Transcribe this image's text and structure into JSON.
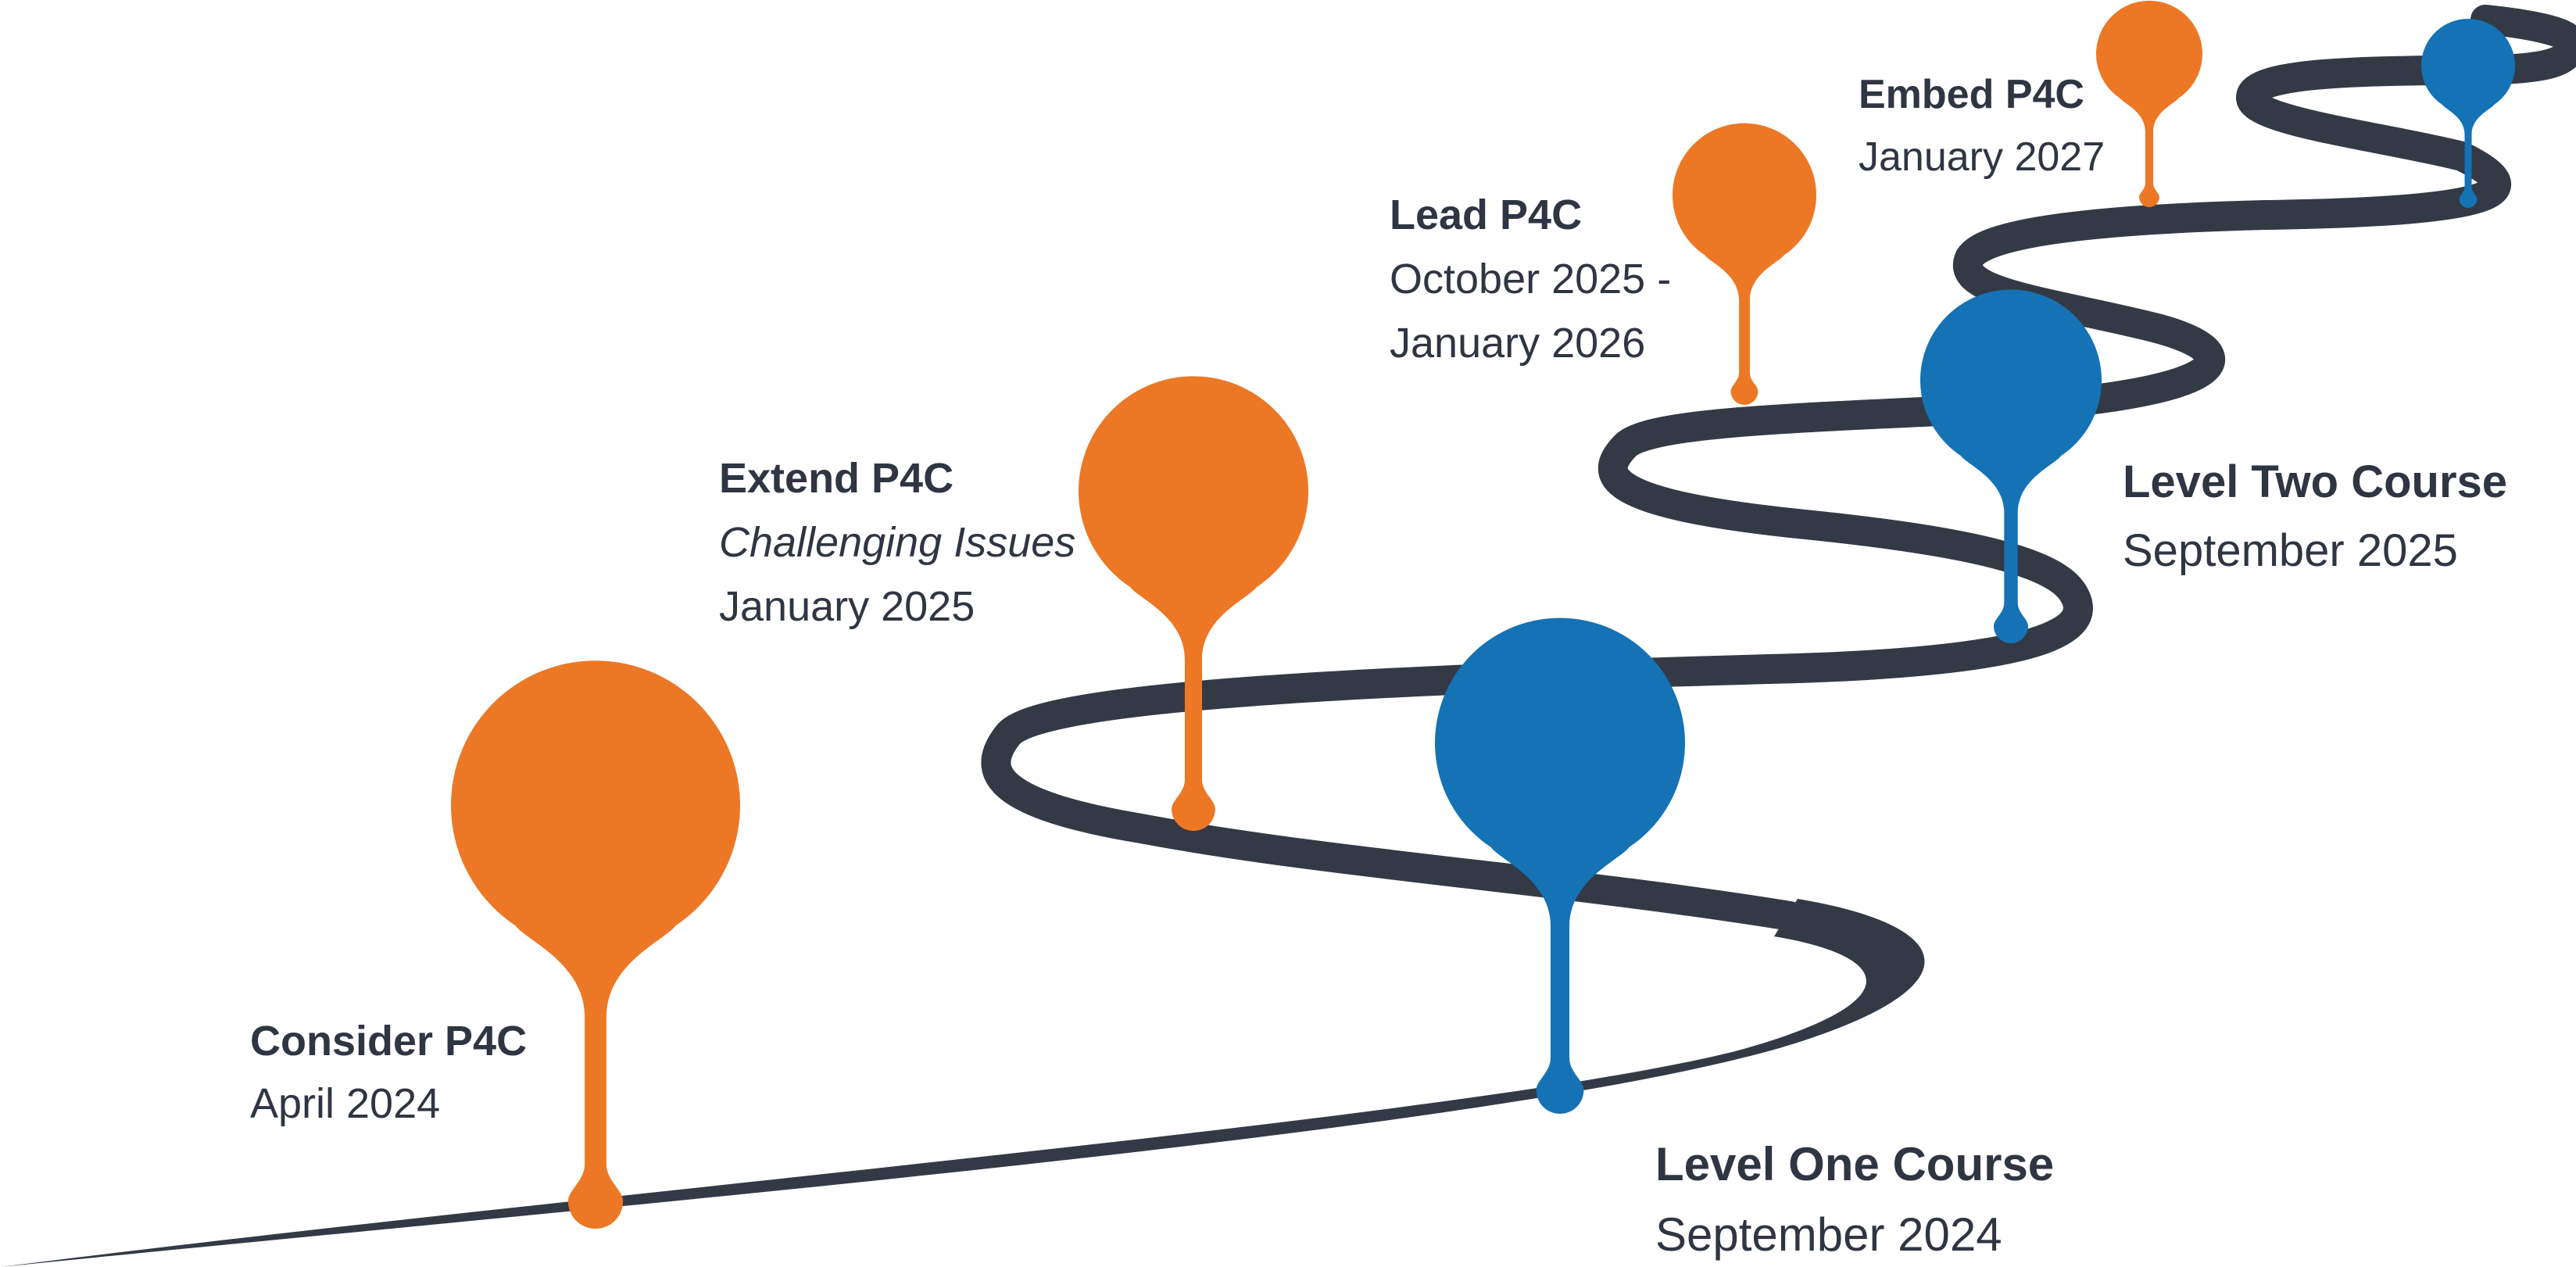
{
  "colors": {
    "road": "#333a45",
    "orange": "#ec7826",
    "blue": "#1472b5",
    "text": "#2f3542"
  },
  "milestones": [
    {
      "id": "consider",
      "title": "Consider P4C",
      "date": "April 2024",
      "color": "orange"
    },
    {
      "id": "level-one",
      "title": "Level One Course",
      "date": "September 2024",
      "color": "blue"
    },
    {
      "id": "extend",
      "title": "Extend P4C",
      "subtitle": "Challenging Issues",
      "date": "January 2025",
      "color": "orange"
    },
    {
      "id": "level-two",
      "title": "Level Two Course",
      "date": "September 2025",
      "color": "blue"
    },
    {
      "id": "lead",
      "title": "Lead P4C",
      "date_line1": "October 2025 -",
      "date_line2": "January 2026",
      "color": "orange"
    },
    {
      "id": "embed",
      "title": "Embed P4C",
      "date": "January 2027",
      "color": "orange"
    },
    {
      "id": "final",
      "color": "blue"
    }
  ]
}
